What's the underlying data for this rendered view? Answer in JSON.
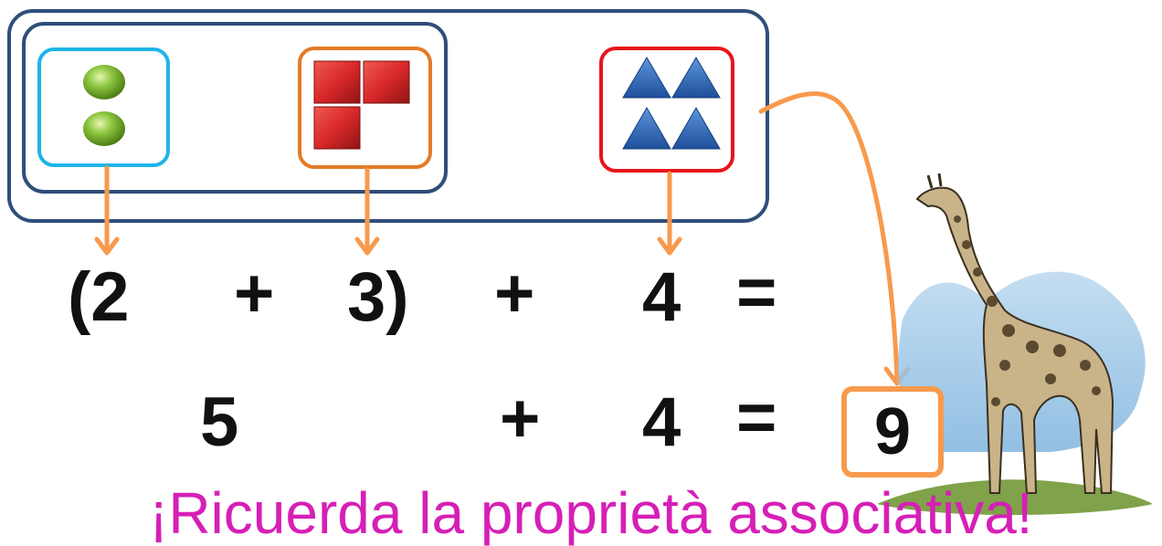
{
  "colors": {
    "outer_border": "#2f4e7a",
    "circles_border": "#20b4e8",
    "squares_border": "#e47a25",
    "triangles_border": "#e8141c",
    "arrow": "#f79a4d",
    "sphere": "#8cc63f",
    "cube": "#d9282a",
    "triangle": "#2f6fc0",
    "message": "#d61fb6"
  },
  "groups": {
    "circles": {
      "count": 2,
      "icon": "green-sphere-icon"
    },
    "squares": {
      "count": 3,
      "icon": "red-cube-icon"
    },
    "triangles": {
      "count": 4,
      "icon": "blue-triangle-icon"
    }
  },
  "equation1": {
    "term1": "(2",
    "plus1": "+",
    "term2": "3)",
    "plus2": "+",
    "term3": "4",
    "equals": "="
  },
  "equation2": {
    "term1": "5",
    "plus": "+",
    "term2": "4",
    "equals": "=",
    "answer": "9"
  },
  "message": "¡Ricuerda la proprietà associativa!",
  "illustration": "giraffe-icon"
}
